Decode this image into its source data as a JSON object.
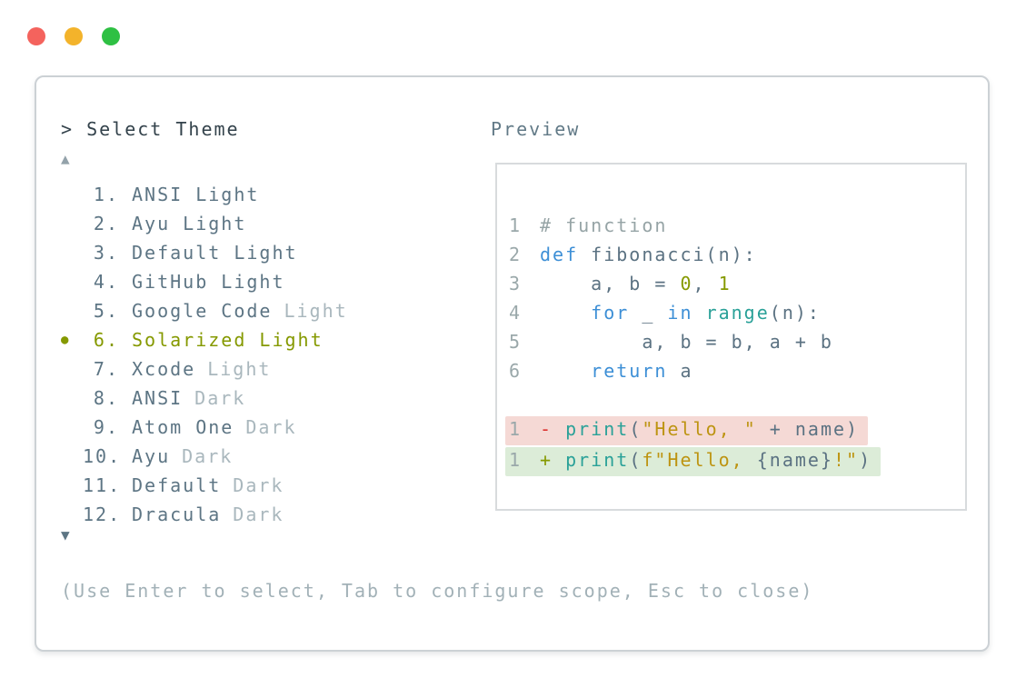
{
  "window": {
    "controls": [
      {
        "name": "close",
        "color_key": "traffic_red"
      },
      {
        "name": "minimize",
        "color_key": "traffic_yellow"
      },
      {
        "name": "zoom",
        "color_key": "traffic_green"
      }
    ]
  },
  "picker": {
    "title": "> Select Theme",
    "scroll_up_symbol": "▲",
    "scroll_down_symbol": "▼",
    "selected_bullet": "●",
    "items": [
      {
        "number": "1.",
        "name": "ANSI Light",
        "muted_suffix": "",
        "selected": false
      },
      {
        "number": "2.",
        "name": "Ayu Light",
        "muted_suffix": "",
        "selected": false
      },
      {
        "number": "3.",
        "name": "Default Light",
        "muted_suffix": "",
        "selected": false
      },
      {
        "number": "4.",
        "name": "GitHub Light",
        "muted_suffix": "",
        "selected": false
      },
      {
        "number": "5.",
        "name": "Google Code",
        "muted_suffix": "Light",
        "selected": false
      },
      {
        "number": "6.",
        "name": "Solarized Light",
        "muted_suffix": "",
        "selected": true
      },
      {
        "number": "7.",
        "name": "Xcode",
        "muted_suffix": "Light",
        "selected": false
      },
      {
        "number": "8.",
        "name": "ANSI",
        "muted_suffix": "Dark",
        "selected": false
      },
      {
        "number": "9.",
        "name": "Atom One",
        "muted_suffix": "Dark",
        "selected": false
      },
      {
        "number": "10.",
        "name": "Ayu",
        "muted_suffix": "Dark",
        "selected": false
      },
      {
        "number": "11.",
        "name": "Default",
        "muted_suffix": "Dark",
        "selected": false
      },
      {
        "number": "12.",
        "name": "Dracula",
        "muted_suffix": "Dark",
        "selected": false
      }
    ],
    "help_text": "(Use Enter to select, Tab to configure scope, Esc to close)"
  },
  "preview": {
    "label": "Preview",
    "lines": [
      {
        "num": "1",
        "diff": "",
        "tokens": [
          {
            "t": "# function",
            "c": "comment"
          }
        ]
      },
      {
        "num": "2",
        "diff": "",
        "tokens": [
          {
            "t": "def",
            "c": "keyword"
          },
          {
            "t": " fibonacci(n):",
            "c": "default"
          }
        ]
      },
      {
        "num": "3",
        "diff": "",
        "tokens": [
          {
            "t": "    a, b = ",
            "c": "default"
          },
          {
            "t": "0",
            "c": "number"
          },
          {
            "t": ", ",
            "c": "default"
          },
          {
            "t": "1",
            "c": "number"
          }
        ]
      },
      {
        "num": "4",
        "diff": "",
        "tokens": [
          {
            "t": "    ",
            "c": "default"
          },
          {
            "t": "for",
            "c": "keyword"
          },
          {
            "t": " _ ",
            "c": "default"
          },
          {
            "t": "in",
            "c": "keyword"
          },
          {
            "t": " ",
            "c": "default"
          },
          {
            "t": "range",
            "c": "builtin"
          },
          {
            "t": "(n):",
            "c": "default"
          }
        ]
      },
      {
        "num": "5",
        "diff": "",
        "tokens": [
          {
            "t": "        a, b = b, a + b",
            "c": "default"
          }
        ]
      },
      {
        "num": "6",
        "diff": "",
        "tokens": [
          {
            "t": "    ",
            "c": "default"
          },
          {
            "t": "return",
            "c": "keyword"
          },
          {
            "t": " a",
            "c": "default"
          }
        ]
      },
      {
        "num": "",
        "diff": "",
        "tokens": []
      },
      {
        "num": "1",
        "diff": "removed",
        "tokens": [
          {
            "t": "- ",
            "c": "diff-removed-sign"
          },
          {
            "t": "print",
            "c": "builtin"
          },
          {
            "t": "(",
            "c": "default"
          },
          {
            "t": "\"Hello, \"",
            "c": "string"
          },
          {
            "t": " + name)",
            "c": "default"
          }
        ]
      },
      {
        "num": "1",
        "diff": "added",
        "tokens": [
          {
            "t": "+ ",
            "c": "diff-added-sign"
          },
          {
            "t": "print",
            "c": "builtin"
          },
          {
            "t": "(",
            "c": "default"
          },
          {
            "t": "f\"Hello, ",
            "c": "string"
          },
          {
            "t": "{name}",
            "c": "default"
          },
          {
            "t": "!\"",
            "c": "string"
          },
          {
            "t": ")",
            "c": "default"
          }
        ]
      }
    ]
  },
  "colors": {
    "traffic_red": "#f4635d",
    "traffic_yellow": "#f3b32b",
    "traffic_green": "#2ec043",
    "panel_border": "#ccd1d5",
    "preview_border": "#d8dbdd",
    "title_text": "#33424b",
    "list_text": "#5d7584",
    "list_muted": "#a9b7bd",
    "accent_selected": "#859900",
    "scroll_up": "#93a2aa",
    "scroll_down": "#5d7584",
    "help_text": "#a2b1b7",
    "preview_label": "#627a87",
    "code_default": "#5b7282",
    "code_comment": "#96a4a6",
    "code_keyword": "#3d8fd6",
    "code_builtin": "#2aa198",
    "code_number": "#859900",
    "code_string": "#bd9412",
    "code_linenum": "#9aa8aa",
    "diff_removed_bg": "#f5d9d5",
    "diff_added_bg": "#dcecd8",
    "diff_removed_sign": "#dc322f",
    "diff_added_sign": "#859900"
  }
}
